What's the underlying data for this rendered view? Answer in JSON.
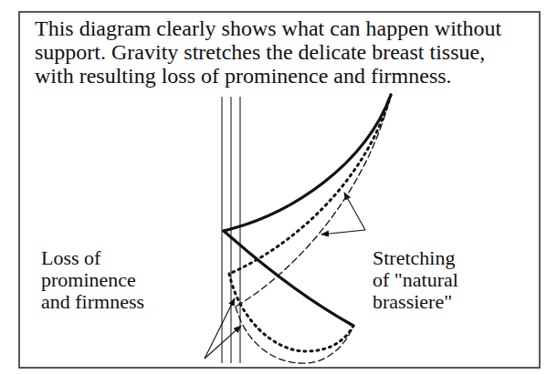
{
  "diagram": {
    "title": "This diagram clearly shows what can happen without support. Gravity stretches the delicate breast tissue, with resulting loss of prominence and firmness.",
    "labels": [
      "Loss of prominence and firmness",
      "Stretching of \"natural brassiere\""
    ]
  }
}
